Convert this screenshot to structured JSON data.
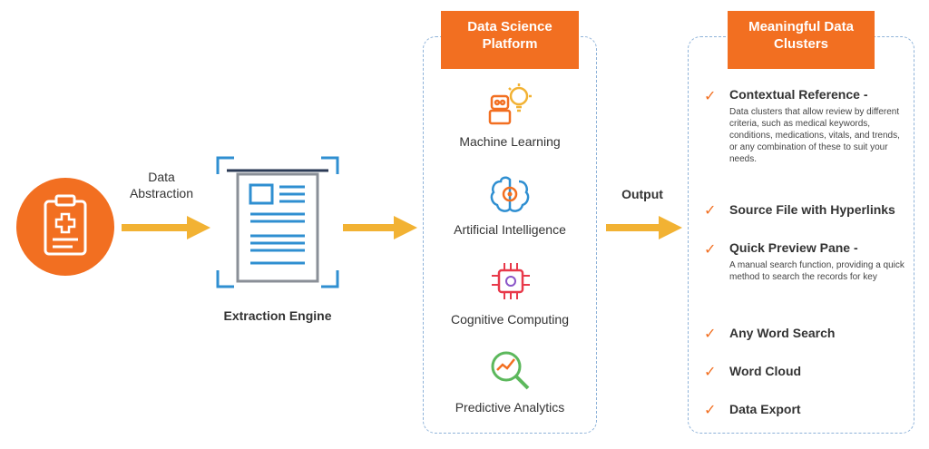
{
  "input": {
    "icon": "clipboard-medical-icon",
    "color": "#f26f21"
  },
  "arrow1_label": "Data\nAbstraction",
  "engine": {
    "label": "Extraction Engine",
    "icon": "document-extraction-icon"
  },
  "platform": {
    "title": "Data Science\nPlatform",
    "items": [
      {
        "label": "Machine Learning",
        "icon": "robot-lightbulb-icon"
      },
      {
        "label": "Artificial Intelligence",
        "icon": "brain-gear-icon"
      },
      {
        "label": "Cognitive Computing",
        "icon": "chip-brain-icon"
      },
      {
        "label": "Predictive Analytics",
        "icon": "magnifier-chart-icon"
      }
    ]
  },
  "arrow3_label": "Output",
  "clusters": {
    "title": "Meaningful Data\nClusters",
    "items": [
      {
        "title": "Contextual Reference -",
        "desc": "Data clusters that allow review by different criteria, such as medical keywords, conditions, medications, vitals, and trends, or any combination of these to suit your needs."
      },
      {
        "title": "Source File with Hyperlinks",
        "desc": ""
      },
      {
        "title": "Quick Preview Pane -",
        "desc": "A manual search function, providing a quick method to search the records for key"
      },
      {
        "title": "Any Word Search",
        "desc": ""
      },
      {
        "title": "Word Cloud",
        "desc": ""
      },
      {
        "title": "Data Export",
        "desc": ""
      }
    ]
  },
  "colors": {
    "orange": "#f26f21",
    "arrow": "#f2b233",
    "blue": "#2f8fd1",
    "dash": "#8fb3d9"
  }
}
